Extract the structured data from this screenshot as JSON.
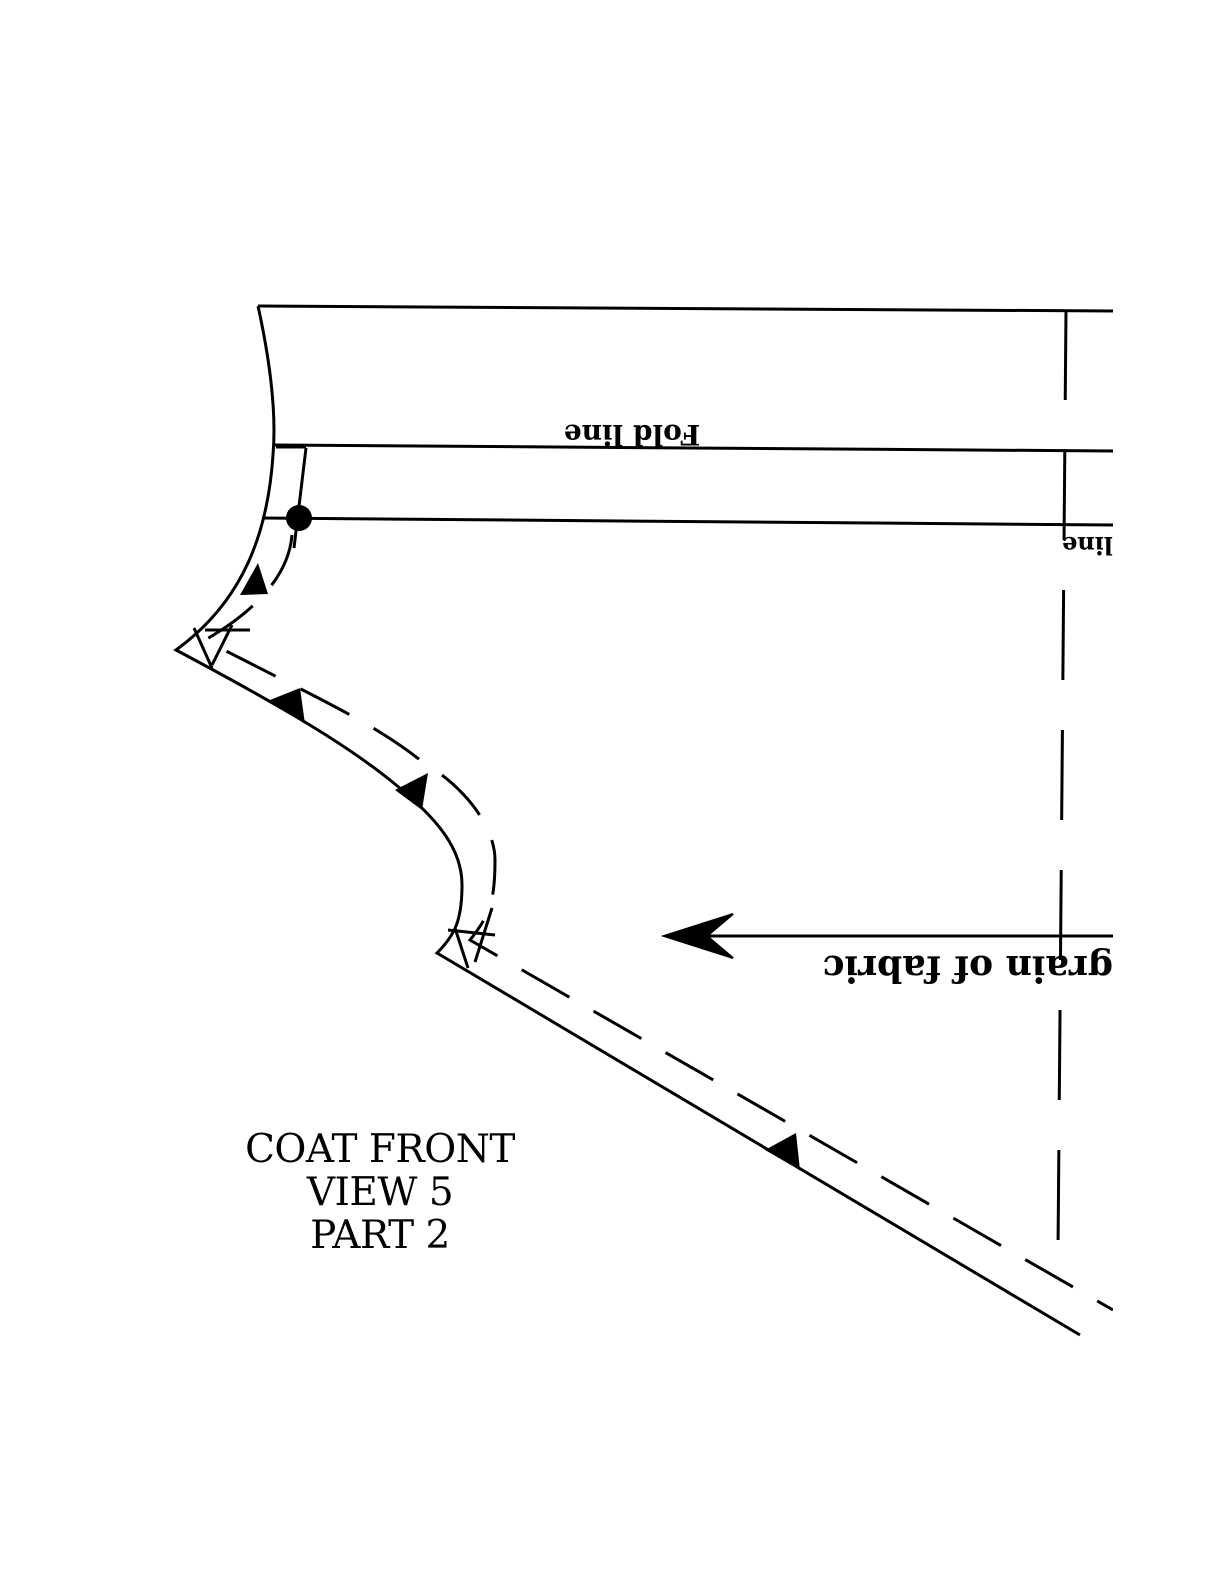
{
  "labels": {
    "fold_line": "Fold line",
    "line_cut": "line",
    "grain": "grain of fabric"
  },
  "title": {
    "line1": "COAT FRONT",
    "line2": "VIEW 5",
    "line3": "PART 2"
  },
  "colors": {
    "ink": "#000000",
    "paper": "#ffffff"
  }
}
